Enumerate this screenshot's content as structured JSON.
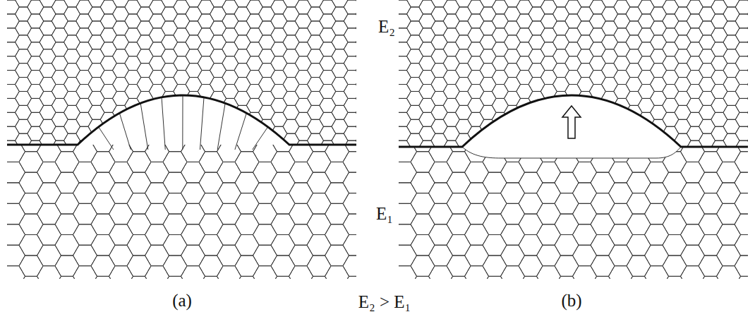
{
  "diagram": {
    "labels": [
      "E₂",
      "E₁",
      "(a)",
      "E₂ > E₁",
      "(b)"
    ]
  }
}
